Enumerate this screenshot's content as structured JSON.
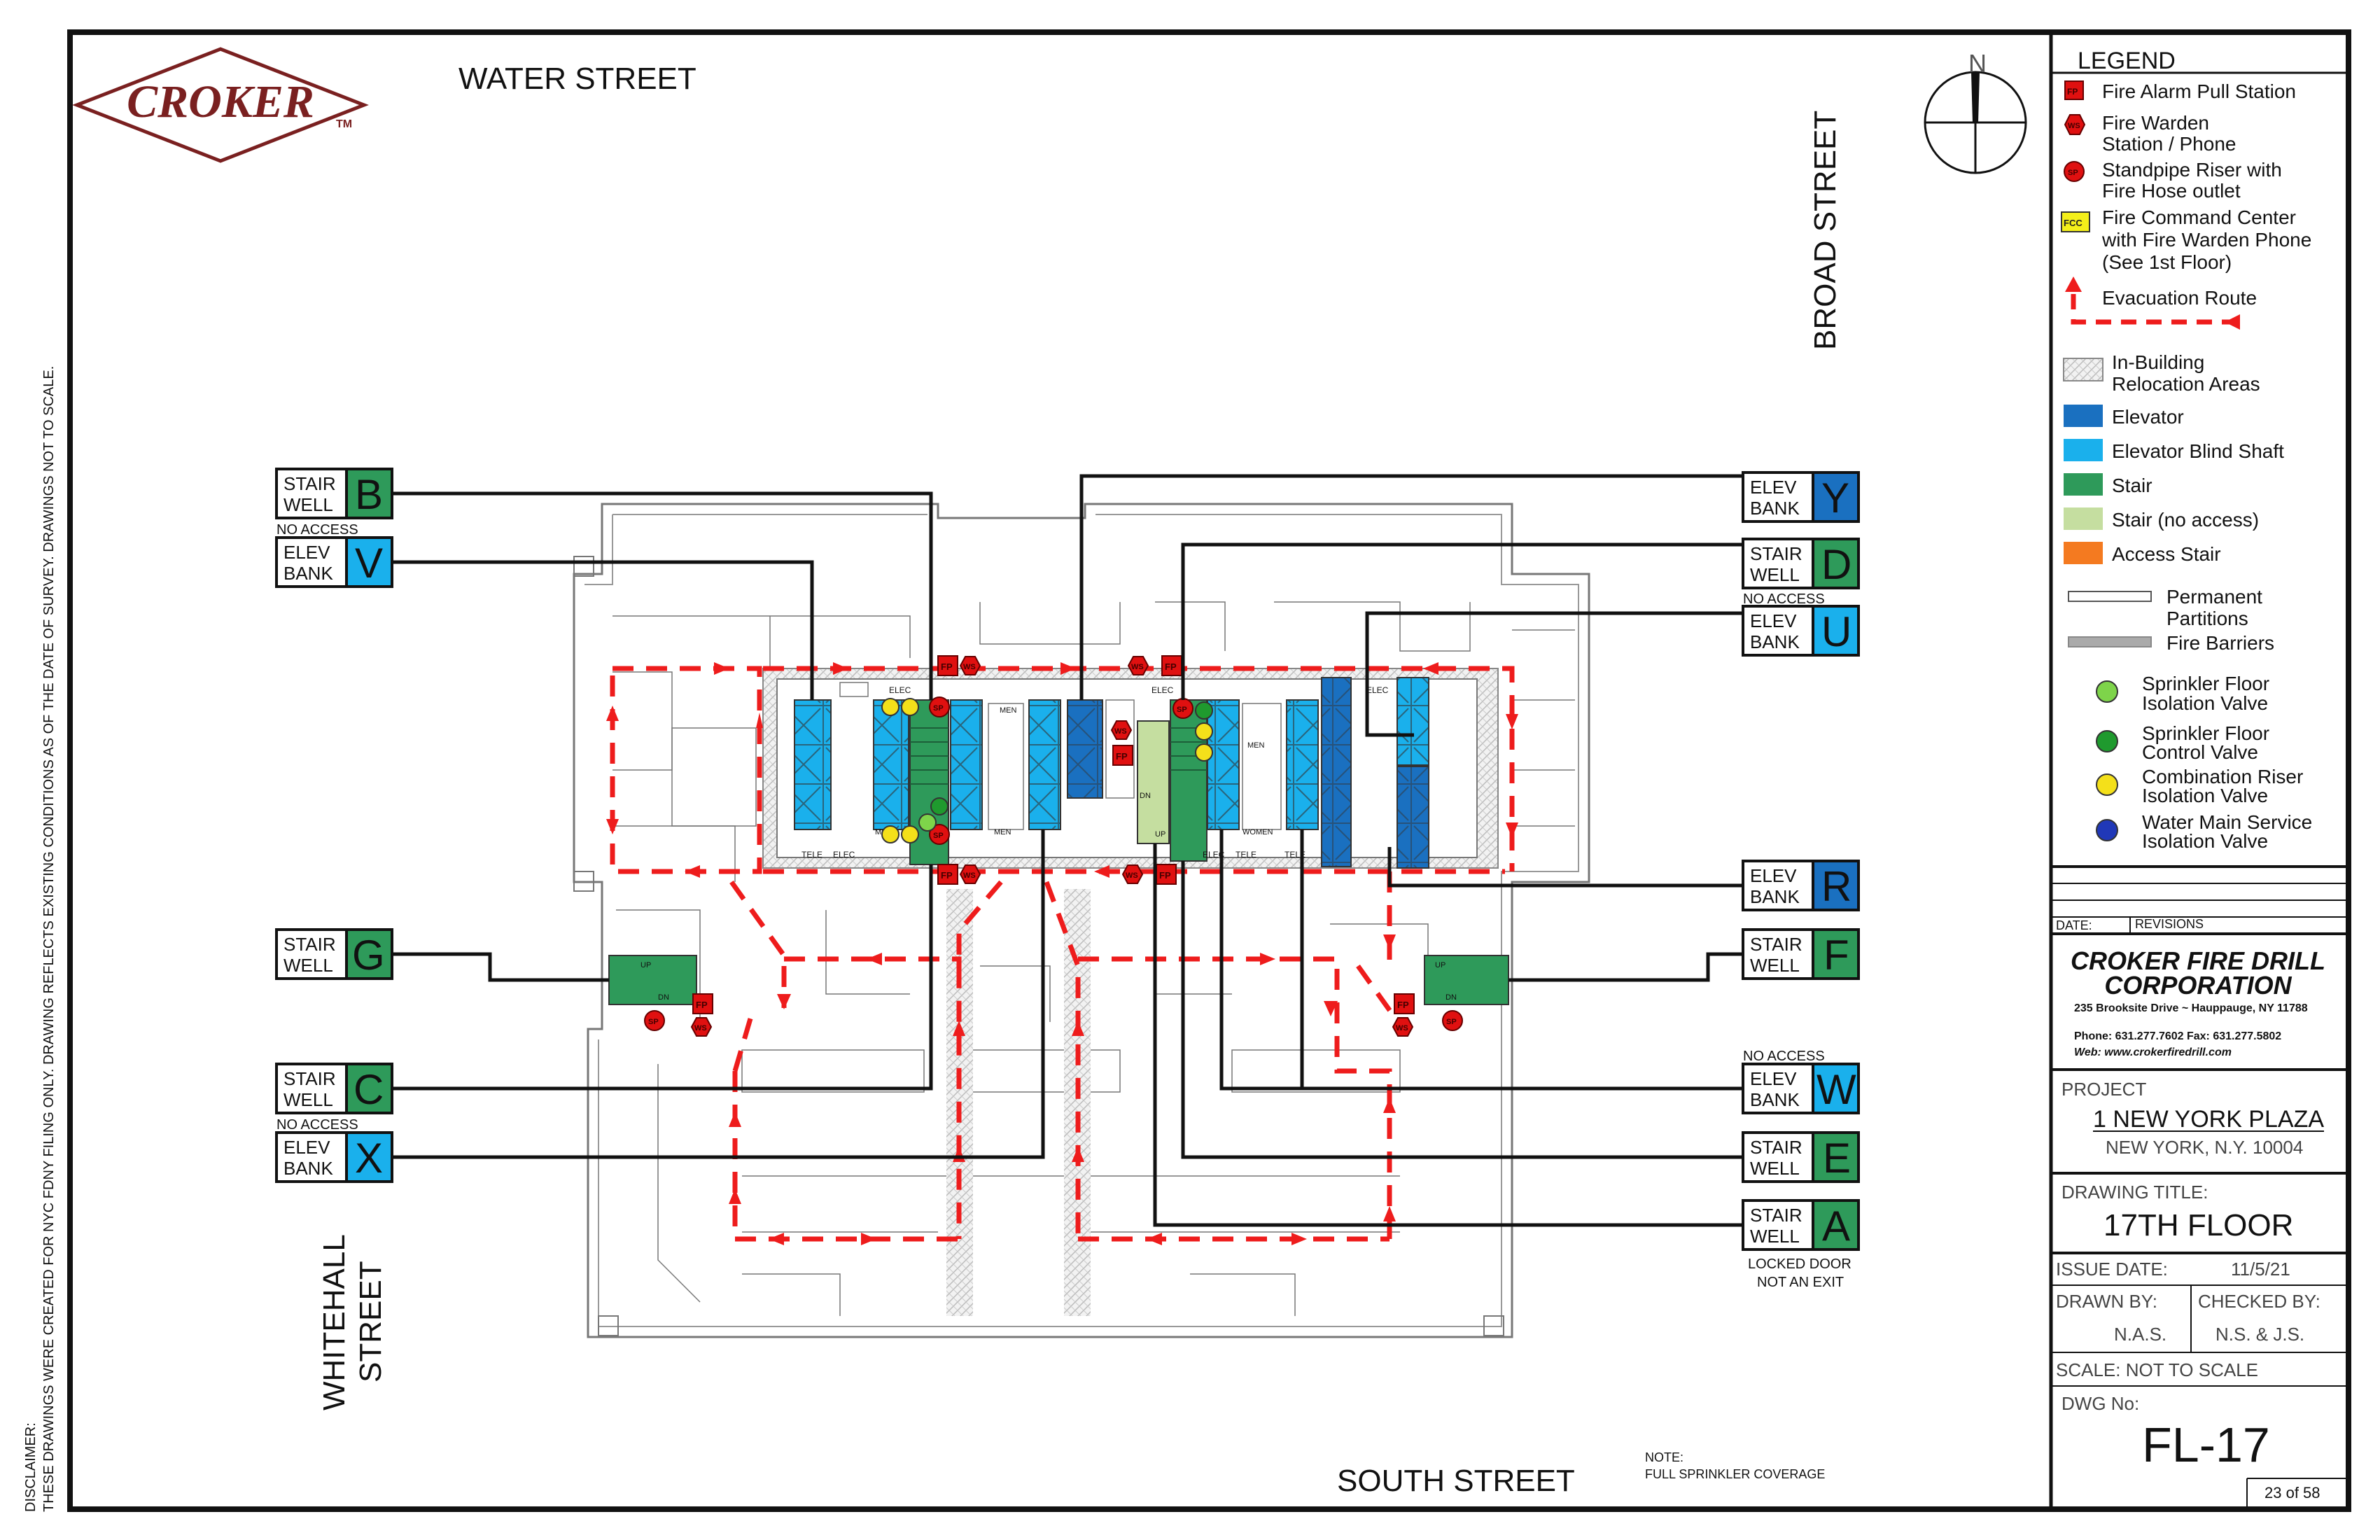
{
  "company": {
    "logo_text": "CROKER",
    "tm": "TM",
    "name": "CROKER FIRE DRILL CORPORATION",
    "address": "235 Brooksite Drive ~ Hauppauge, NY 11788",
    "phone": "Phone: 631.277.7602  Fax: 631.277.5802",
    "web": "Web: www.crokerfiredrill.com"
  },
  "streets": {
    "north": "WATER STREET",
    "east": "BROAD STREET",
    "south": "SOUTH STREET",
    "west_line1": "WHITEHALL",
    "west_line2": "STREET"
  },
  "compass_label": "N",
  "disclaimer_line1": "DISCLAIMER:",
  "disclaimer_line2": "THESE DRAWINGS WERE CREATED FOR NYC FDNY FILING ONLY. DRAWING REFLECTS EXISTING CONDITIONS AS OF THE DATE OF SURVEY. DRAWINGS NOT TO SCALE.",
  "note": {
    "line1": "NOTE:",
    "line2": "FULL SPRINKLER COVERAGE"
  },
  "no_access": "NO ACCESS",
  "locked_note": {
    "line1": "LOCKED DOOR",
    "line2": "NOT AN EXIT"
  },
  "left_tags": [
    {
      "type1": "STAIR",
      "type2": "WELL",
      "letter": "B",
      "color": "#2e9a5a"
    },
    {
      "type1": "ELEV",
      "type2": "BANK",
      "letter": "V",
      "color": "#1ab0ec"
    },
    {
      "type1": "STAIR",
      "type2": "WELL",
      "letter": "G",
      "color": "#2e9a5a"
    },
    {
      "type1": "STAIR",
      "type2": "WELL",
      "letter": "C",
      "color": "#2e9a5a"
    },
    {
      "type1": "ELEV",
      "type2": "BANK",
      "letter": "X",
      "color": "#1ab0ec"
    }
  ],
  "right_tags": [
    {
      "type1": "ELEV",
      "type2": "BANK",
      "letter": "Y",
      "color": "#1a70c0"
    },
    {
      "type1": "STAIR",
      "type2": "WELL",
      "letter": "D",
      "color": "#2e9a5a"
    },
    {
      "type1": "ELEV",
      "type2": "BANK",
      "letter": "U",
      "color": "#1ab0ec"
    },
    {
      "type1": "ELEV",
      "type2": "BANK",
      "letter": "R",
      "color": "#1a70c0"
    },
    {
      "type1": "STAIR",
      "type2": "WELL",
      "letter": "F",
      "color": "#2e9a5a"
    },
    {
      "type1": "ELEV",
      "type2": "BANK",
      "letter": "W",
      "color": "#1ab0ec"
    },
    {
      "type1": "STAIR",
      "type2": "WELL",
      "letter": "E",
      "color": "#2e9a5a"
    },
    {
      "type1": "STAIR",
      "type2": "WELL",
      "letter": "A",
      "color": "#2e9a5a"
    }
  ],
  "legend": {
    "title": "LEGEND",
    "fp": {
      "code": "FP",
      "label": "Fire Alarm Pull Station"
    },
    "ws": {
      "code": "WS",
      "label1": "Fire Warden",
      "label2": "Station / Phone"
    },
    "sp": {
      "code": "SP",
      "label1": "Standpipe Riser with",
      "label2": "Fire Hose outlet"
    },
    "fcc": {
      "code": "FCC",
      "label1": "Fire Command Center",
      "label2": "with Fire Warden Phone",
      "label3": "(See 1st Floor)"
    },
    "evac": "Evacuation  Route",
    "relocation1": "In-Building",
    "relocation2": "Relocation Areas",
    "swatches": [
      {
        "label": "Elevator",
        "color": "#1a70c0"
      },
      {
        "label": "Elevator Blind Shaft",
        "color": "#1ab0ec"
      },
      {
        "label": "Stair",
        "color": "#2e9a5a"
      },
      {
        "label": "Stair (no access)",
        "color": "#c5dea0"
      },
      {
        "label": "Access Stair",
        "color": "#f47a20"
      }
    ],
    "permanent1": "Permanent",
    "permanent2": "Partitions",
    "fire_barriers": "Fire Barriers",
    "valves": [
      {
        "l1": "Sprinkler Floor",
        "l2": "Isolation Valve",
        "color": "#7ed44a"
      },
      {
        "l1": "Sprinkler Floor",
        "l2": "Control Valve",
        "color": "#1f9a2e"
      },
      {
        "l1": "Combination Riser",
        "l2": "Isolation Valve",
        "color": "#f4e01a"
      },
      {
        "l1": "Water Main Service",
        "l2": "Isolation Valve",
        "color": "#2038b8"
      }
    ]
  },
  "title_block": {
    "date_label": "DATE:",
    "revisions_label": "REVISIONS",
    "project_label": "PROJECT",
    "project_name": "1 NEW YORK PLAZA",
    "project_city": "NEW YORK, N.Y. 10004",
    "drawing_title_label": "DRAWING TITLE:",
    "drawing_title": "17TH FLOOR",
    "issue_date_label": "ISSUE DATE:",
    "issue_date": "11/5/21",
    "drawn_by_label": "DRAWN BY:",
    "drawn_by": "N.A.S.",
    "checked_by_label": "CHECKED BY:",
    "checked_by": "N.S. & J.S.",
    "scale": "SCALE: NOT TO SCALE",
    "dwg_no_label": "DWG No:",
    "dwg_no": "FL-17",
    "sheet": "23 of 58"
  },
  "plan_labels": {
    "tele": "TELE",
    "elec": "ELEC",
    "men": "MEN",
    "women": "WOMEN",
    "dn": "DN",
    "up": "UP"
  }
}
